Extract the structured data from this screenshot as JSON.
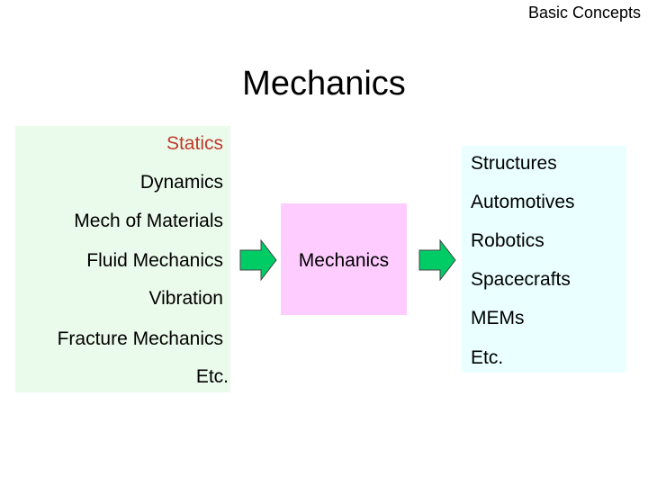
{
  "header": {
    "corner_title": "Basic Concepts",
    "main_title": "Mechanics"
  },
  "left": {
    "items": [
      "Statics",
      "Dynamics",
      "Mech of Materials",
      "Fluid Mechanics",
      "Vibration",
      "Fracture Mechanics",
      "Etc."
    ],
    "highlight_color": "#c0392b"
  },
  "middle": {
    "label": "Mechanics",
    "color": "#ffccff"
  },
  "right": {
    "items": [
      "Structures",
      "Automotives",
      "Robotics",
      "Spacecrafts",
      "MEMs",
      "Etc."
    ]
  },
  "colors": {
    "arrow_fill": "#00cc66",
    "left_bg": "#ebfbeb",
    "right_bg": "#eaffff"
  }
}
